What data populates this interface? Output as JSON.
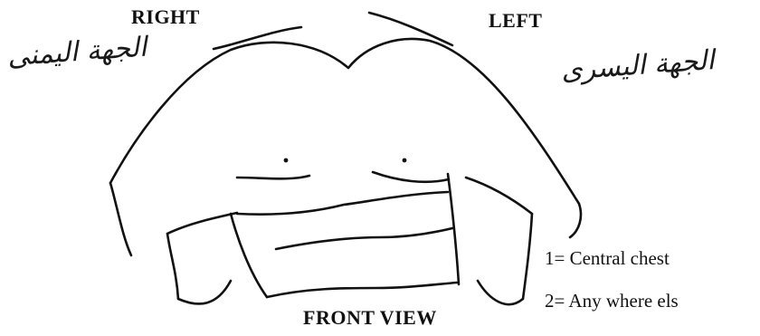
{
  "labels": {
    "right": "RIGHT",
    "left": "LEFT",
    "view": "FRONT VIEW"
  },
  "handwriting": {
    "right_arabic": "الجهة اليمنى",
    "left_arabic": "الجهة اليسرى"
  },
  "legend": {
    "item1": "1= Central chest",
    "item2": "2= Any where els"
  }
}
